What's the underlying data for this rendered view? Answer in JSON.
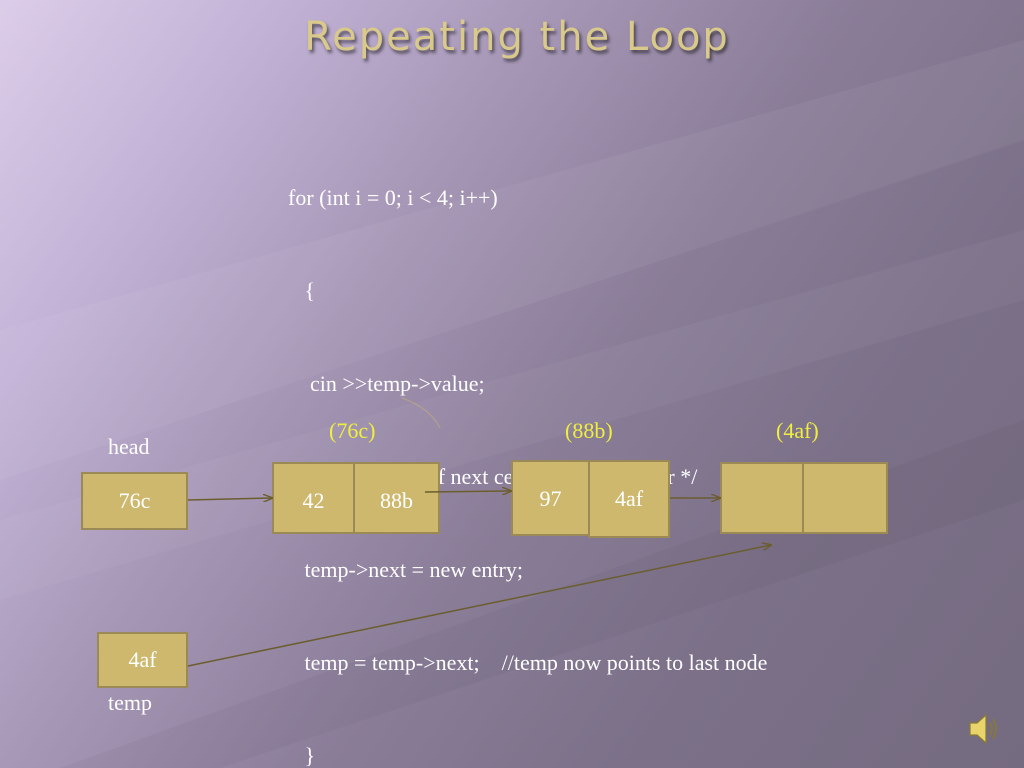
{
  "slide": {
    "title": "Repeating the Loop"
  },
  "code_lines": [
    "for (int i = 0; i < 4; i++)",
    "   {",
    "    cin >>temp->value;",
    "   /*put address of next cell in .next member */",
    "   temp->next = new entry;",
    "   temp = temp->next;    //temp now points to last node",
    "   }"
  ],
  "diagram": {
    "head_label": "head",
    "head_value": "76c",
    "temp_label": "temp",
    "temp_value": "4af",
    "nodes": [
      {
        "address": "(76c)",
        "value": "42",
        "next": "88b"
      },
      {
        "address": "(88b)",
        "value": "97",
        "next": "4af"
      },
      {
        "address": "(4af)",
        "value": "",
        "next": ""
      }
    ]
  },
  "colors": {
    "title": "#d9c98a",
    "address": "#f0ef3c",
    "cell_fill": "#cdb86e",
    "arrow": "#6b5d2e"
  },
  "icons": {
    "audio": "speaker-icon"
  }
}
